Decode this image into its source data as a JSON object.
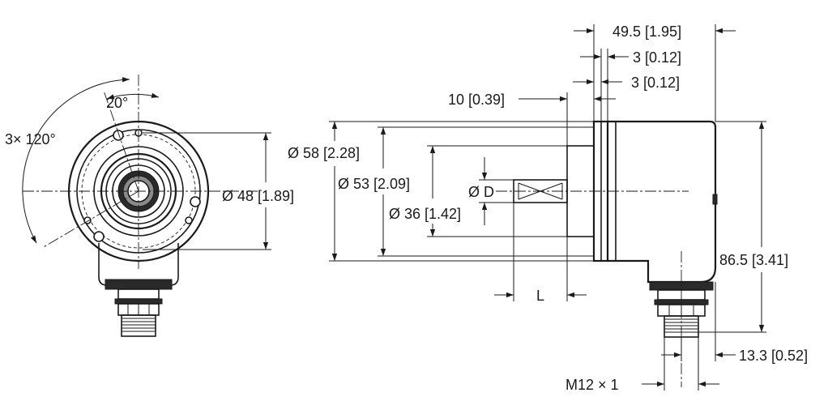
{
  "front_view": {
    "angle_20": "20°",
    "angle_3x120": "3× 120°",
    "dia_48": "Ø 48 [1.89]"
  },
  "side_view": {
    "len_49_5": "49.5 [1.95]",
    "len_3_top": "3 [0.12]",
    "len_3_bottom": "3 [0.12]",
    "len_10": "10 [0.39]",
    "dia_58": "Ø 58 [2.28]",
    "dia_53": "Ø 53 [2.09]",
    "dia_36": "Ø 36 [1.42]",
    "dia_d": "Ø D",
    "len_l": "L",
    "height_86_5": "86.5 [3.41]",
    "len_13_3": "13.3 [0.52]",
    "thread_m12": "M12 × 1"
  }
}
